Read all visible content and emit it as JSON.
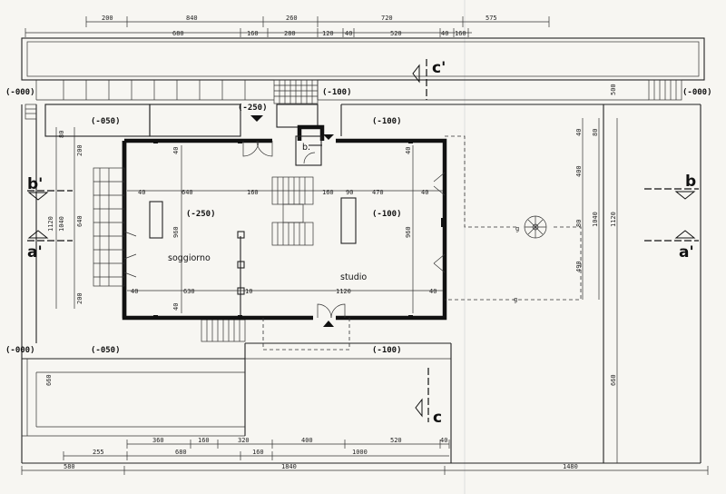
{
  "dimensions": {
    "top_row1": [
      "200",
      "840",
      "260",
      "720",
      "575"
    ],
    "top_row2": [
      "680",
      "160",
      "280",
      "120",
      "40",
      "520",
      "40",
      "160"
    ],
    "bottom_row1": [
      "360",
      "160",
      "320",
      "400",
      "520",
      "40"
    ],
    "bottom_row2": [
      "255",
      "680",
      "160",
      "1000"
    ],
    "bottom_row3": [
      "580",
      "1840",
      "1480"
    ],
    "left": [
      "80",
      "200",
      "1040",
      "640",
      "200",
      "1120",
      "660"
    ],
    "right": [
      "40",
      "80",
      "400",
      "80",
      "1040",
      "1120",
      "490",
      "660",
      "500"
    ],
    "interior_h_top": [
      "40",
      "640",
      "160",
      "160",
      "90",
      "470",
      "40"
    ],
    "interior_h_bottom": [
      "40",
      "630",
      "10",
      "1120",
      "40"
    ],
    "interior_v": [
      "40",
      "960",
      "960",
      "40",
      "40"
    ]
  },
  "levels": {
    "west_top": "(-000)",
    "west_bottom": "(-000)",
    "east_top": "(-000)",
    "terrace_nw": "(-050)",
    "terrace_sw": "(-050)",
    "entry_top": "(-250)",
    "living": "(-250)",
    "studio_level": "(-100)",
    "north_mid": "(-100)",
    "north_right": "(-100)",
    "south_right": "(-100)"
  },
  "rooms": {
    "living": "soggiorno",
    "study": "studio",
    "small_b": "b."
  },
  "sections": {
    "b_prime": "b'",
    "a_prime_left": "a'",
    "b_right": "b",
    "a_prime_right": "a'",
    "c_prime": "c'",
    "c": "c"
  },
  "stair_labels": [
    "g",
    "g"
  ]
}
